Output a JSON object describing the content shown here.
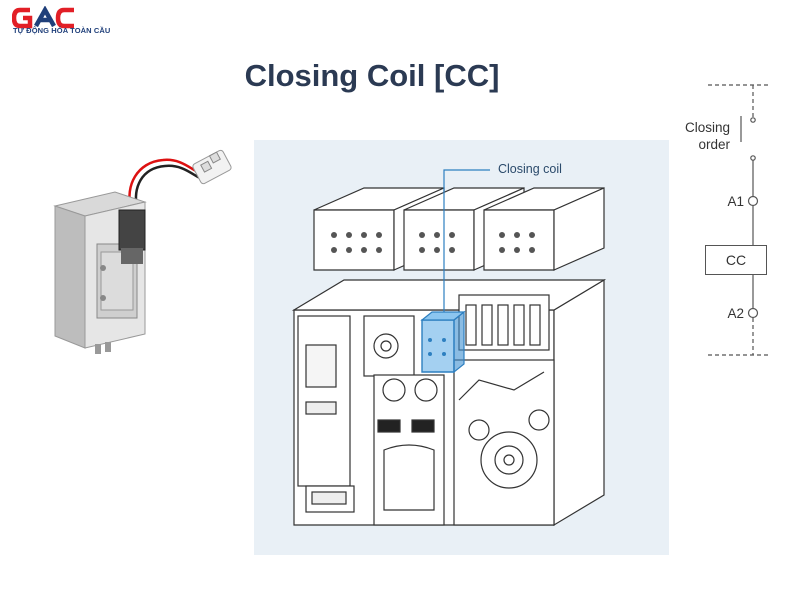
{
  "brand": {
    "logo_text": "GAC",
    "tagline": "TỰ ĐỘNG HÓA TOÀN CẦU",
    "colors": {
      "red": "#e21f26",
      "blue": "#1f3f7a"
    }
  },
  "slide": {
    "title": "Closing Coil [CC]"
  },
  "diagram": {
    "callout": "Closing coil",
    "highlight_color": "#5aa9e6",
    "panel_bg": "#e9f0f6"
  },
  "schematic": {
    "closing_order_line1": "Closing",
    "closing_order_line2": "order",
    "terminal_a1": "A1",
    "terminal_a2": "A2",
    "coil_label": "CC"
  }
}
